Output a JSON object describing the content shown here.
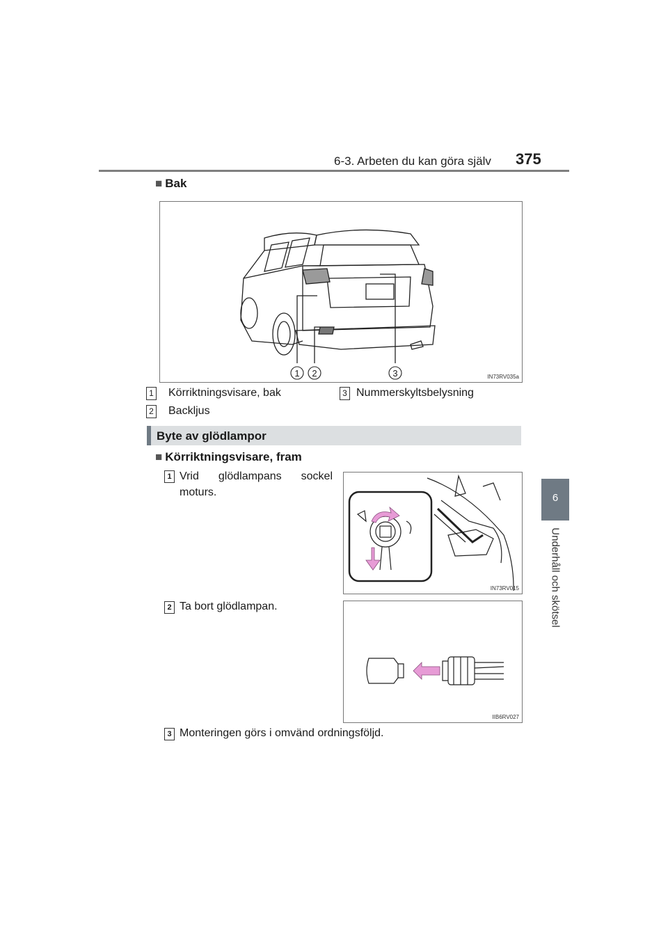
{
  "header": {
    "section": "6-3. Arbeten du kan göra själv",
    "page_number": "375"
  },
  "chapter_tab": {
    "number": "6",
    "title": "Underhåll och skötsel"
  },
  "rear_heading": {
    "marker": "■",
    "text": "Bak"
  },
  "rear_figure": {
    "code": "IN73RV035a",
    "callouts": [
      "1",
      "2",
      "3"
    ]
  },
  "rear_legend": [
    {
      "num": "1",
      "text": "Körriktningsvisare, bak"
    },
    {
      "num": "2",
      "text": "Backljus"
    },
    {
      "num": "3",
      "text": "Nummerskyltsbelysning"
    }
  ],
  "section_title": "Byte av glödlampor",
  "front_heading": {
    "marker": "■",
    "text": "Körriktningsvisare, fram"
  },
  "steps": [
    {
      "num": "1",
      "line1": "Vrid glödlampans sockel",
      "line2": "moturs."
    },
    {
      "num": "2",
      "text": "Ta bort glödlampan."
    },
    {
      "num": "3",
      "text": "Monteringen görs i omvänd ordningsföljd."
    }
  ],
  "step1_figure": {
    "code": "IN73RV015",
    "arrow_color": "#e79bd6"
  },
  "step2_figure": {
    "code": "IIB6RV027",
    "arrow_color": "#e79bd6"
  },
  "colors": {
    "tab": "#6f7a84",
    "section_bar": "#dcdfe1",
    "rule": "#7f7f7f"
  }
}
